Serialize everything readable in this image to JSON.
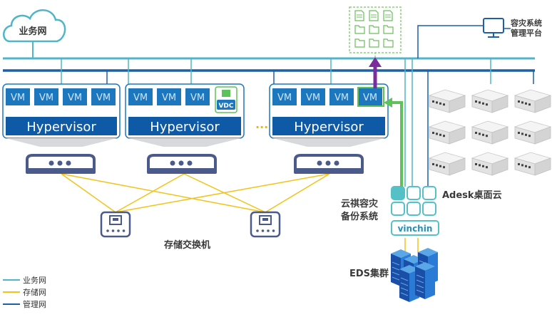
{
  "colors": {
    "business_net": "#4fb5c8",
    "storage_net": "#f2c318",
    "management_net": "#1f5fa8",
    "vm_block": "#1d77bf",
    "hypervisor_bar": "#0e5aa7",
    "replication_arrow": "#5ec25b",
    "backup_arrow": "#7b2d9c",
    "appliance_tile": "#55c0c6"
  },
  "cloud": {
    "label": "业务网"
  },
  "mgmt_platform": {
    "label_line1": "容灾系统",
    "label_line2": "管理平台",
    "icon": "monitor-icon"
  },
  "backup_storage": {
    "icon": "document-grid-icon"
  },
  "hosts": [
    {
      "vms": [
        "VM",
        "VM",
        "VM",
        "VM"
      ],
      "hypervisor": "Hypervisor",
      "has_vdc": false
    },
    {
      "vms": [
        "VM",
        "VM",
        "VM"
      ],
      "hypervisor": "Hypervisor",
      "has_vdc": true,
      "vdc_label": "VDC"
    },
    {
      "vms": [
        "VM",
        "VM",
        "VM",
        "VM"
      ],
      "hypervisor": "Hypervisor",
      "has_vdc": false
    }
  ],
  "ellipsis": "···",
  "switches": [
    {
      "icon": "network-switch-icon"
    },
    {
      "icon": "network-switch-icon"
    },
    {
      "icon": "network-switch-icon"
    }
  ],
  "storage_devices": [
    {
      "icon": "storage-device-icon"
    },
    {
      "icon": "storage-device-icon"
    }
  ],
  "storage_switch_label": "存储交换机",
  "backup_system": {
    "label_line1": "云祺容灾",
    "label_line2": "备份系统",
    "brand": "vinchin"
  },
  "eds_cluster": {
    "label": "EDS集群",
    "icon": "server-cluster-icon"
  },
  "adesk": {
    "label": "Adesk桌面云",
    "terminal_count": 9,
    "icon": "thin-client-icon"
  },
  "legend": [
    {
      "label": "业务网",
      "color": "#4fb5c8"
    },
    {
      "label": "存储网",
      "color": "#f2c318"
    },
    {
      "label": "管理网",
      "color": "#1f5fa8"
    }
  ]
}
